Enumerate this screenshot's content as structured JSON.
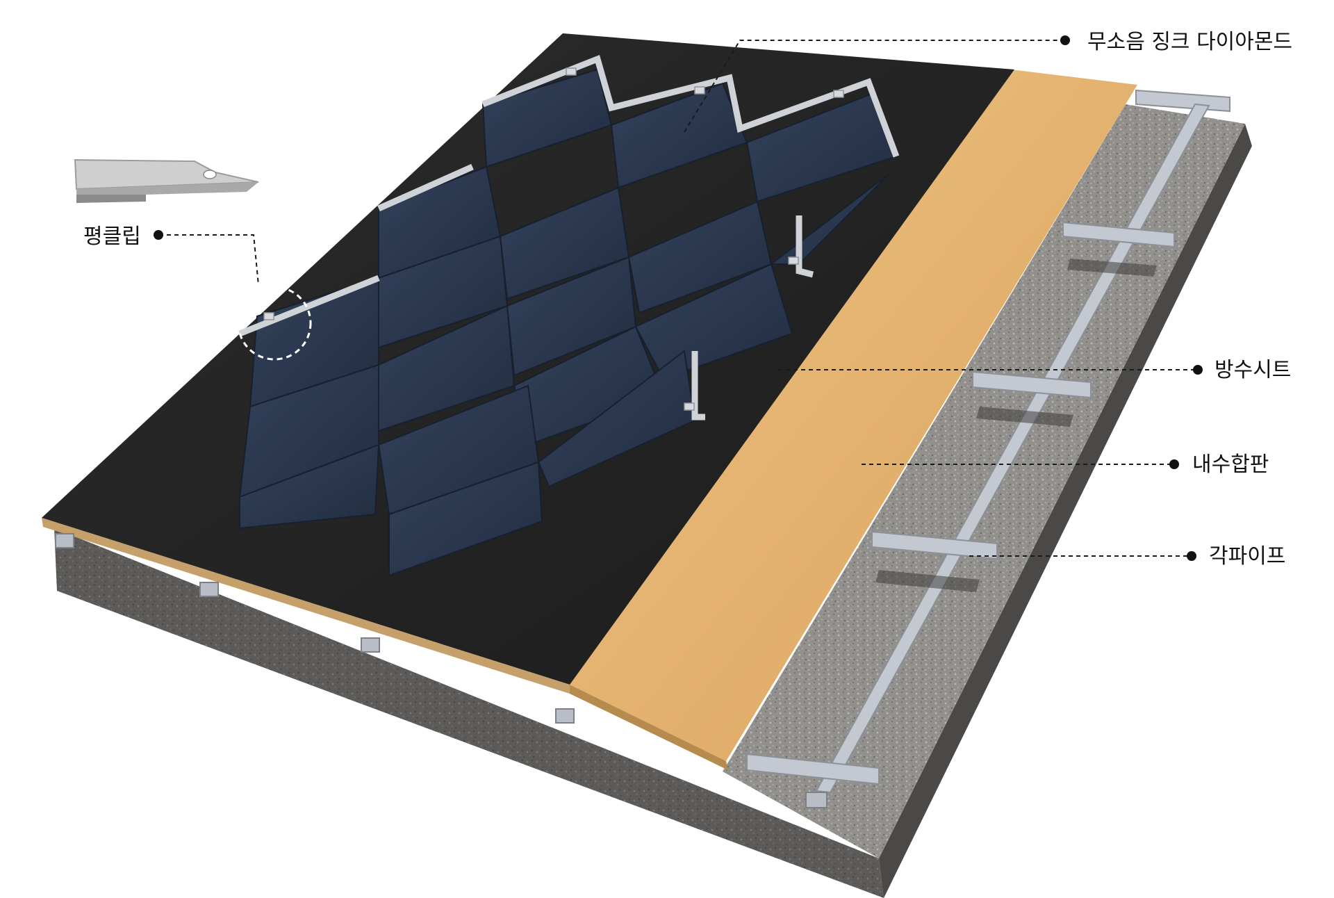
{
  "labels": {
    "zinc_diamond": "무소음 징크 다이아몬드",
    "flat_clip": "평클립",
    "waterproof_sheet": "방수시트",
    "plywood": "내수합판",
    "square_pipe": "각파이프"
  },
  "colors": {
    "concrete": "#8f8c88",
    "concrete_dark": "#5a5856",
    "membrane": "#262626",
    "plywood": "#e2b472",
    "zinc_tile": "#2a3850",
    "steel": "#c3c8d0",
    "clip": "#cfcfcf"
  }
}
